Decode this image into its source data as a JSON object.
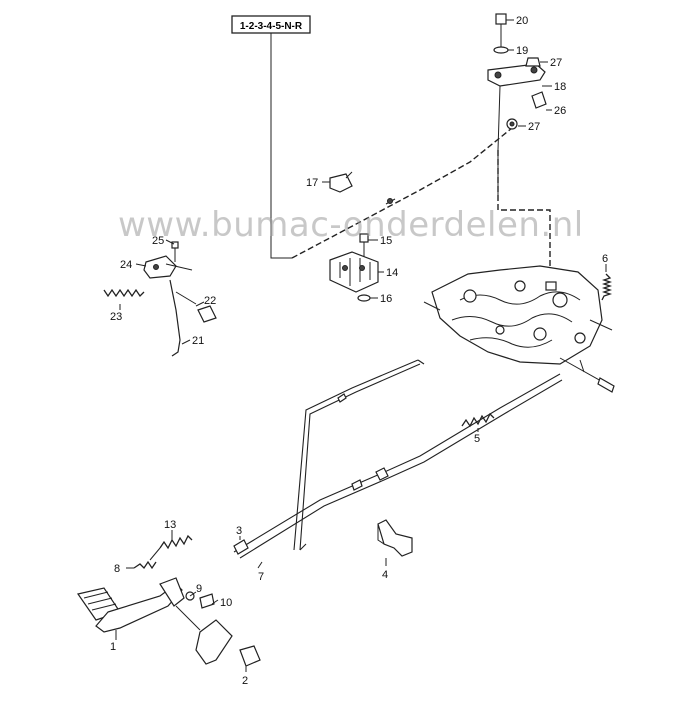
{
  "diagram": {
    "header_box": "1-2-3-4-5-N-R",
    "watermark": "www.bumac-onderdelen.nl",
    "callouts": [
      {
        "id": "p20",
        "text": "20"
      },
      {
        "id": "p19",
        "text": "19"
      },
      {
        "id": "p27a",
        "text": "27"
      },
      {
        "id": "p18",
        "text": "18"
      },
      {
        "id": "p26",
        "text": "26"
      },
      {
        "id": "p27b",
        "text": "27"
      },
      {
        "id": "p17",
        "text": "17"
      },
      {
        "id": "p15",
        "text": "15"
      },
      {
        "id": "p14",
        "text": "14"
      },
      {
        "id": "p16",
        "text": "16"
      },
      {
        "id": "p25",
        "text": "25"
      },
      {
        "id": "p24",
        "text": "24"
      },
      {
        "id": "p22",
        "text": "22"
      },
      {
        "id": "p23",
        "text": "23"
      },
      {
        "id": "p21",
        "text": "21"
      },
      {
        "id": "p6",
        "text": "6"
      },
      {
        "id": "p5",
        "text": "5"
      },
      {
        "id": "p13",
        "text": "13"
      },
      {
        "id": "p3",
        "text": "3"
      },
      {
        "id": "p8",
        "text": "8"
      },
      {
        "id": "p7",
        "text": "7"
      },
      {
        "id": "p9",
        "text": "9"
      },
      {
        "id": "p10",
        "text": "10"
      },
      {
        "id": "p4",
        "text": "4"
      },
      {
        "id": "p1",
        "text": "1"
      },
      {
        "id": "p2",
        "text": "2"
      }
    ]
  }
}
